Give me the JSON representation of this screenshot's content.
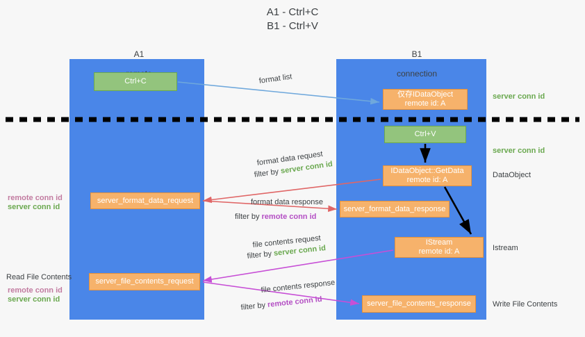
{
  "title": "A1 - Ctrl+C\nB1 - Ctrl+V",
  "colors": {
    "background": "#f7f7f7",
    "lane": "#4a86e8",
    "green_box": "#93c47d",
    "orange_box": "#f6b26b",
    "server_conn_text": "#6aa84f",
    "remote_conn_text": "#c27ba0",
    "arrow_blue": "#6fa8dc",
    "arrow_red": "#e06666",
    "arrow_magenta": "#c74fd6",
    "arrow_black": "#000000",
    "divider": "#000000"
  },
  "lanes": {
    "left": {
      "title": "A1",
      "subtitle": "remote"
    },
    "right": {
      "title": "B1",
      "subtitle": "connection"
    }
  },
  "boxes": {
    "ctrl_c": {
      "line1": "Ctrl+C",
      "line2": ""
    },
    "idataobject": {
      "line1": "仅存IDataObject",
      "line2": "remote id: A"
    },
    "ctrl_v": {
      "line1": "Ctrl+V",
      "line2": ""
    },
    "getdata": {
      "line1": "IDataObject::GetData",
      "line2": "remote id: A"
    },
    "format_data_request": {
      "line1": "server_format_data_request",
      "line2": ""
    },
    "format_data_response": {
      "line1": "server_format_data_response",
      "line2": ""
    },
    "istream": {
      "line1": "IStream",
      "line2": "remote id: A"
    },
    "file_contents_request": {
      "line1": "server_file_contents_request",
      "line2": ""
    },
    "file_contents_response": {
      "line1": "server_file_contents_response",
      "line2": ""
    }
  },
  "arrow_labels": {
    "format_list": "format list",
    "format_data_request": {
      "line1": "format data request",
      "filter_prefix": "filter by ",
      "filter_value": "server conn id"
    },
    "format_data_response": {
      "line1": "format data response",
      "filter_prefix": "filter by ",
      "filter_value": "remote conn id"
    },
    "file_contents_request": {
      "line1": "file contents request",
      "filter_prefix": "filter by ",
      "filter_value": "server conn id"
    },
    "file_contents_response": {
      "line1": "file contents response",
      "filter_prefix": "filter by ",
      "filter_value": "remote conn id"
    }
  },
  "right_labels": {
    "server_conn_top": "server conn id",
    "server_conn_mid": "server conn id",
    "dataobject": "DataObject",
    "istream": "Istream",
    "write_file_contents": "Write File Contents"
  },
  "left_labels": {
    "remote_conn_1": "remote conn id",
    "server_conn_1": "server conn id",
    "read_file_contents": "Read File Contents",
    "remote_conn_2": "remote conn id",
    "server_conn_2": "server conn id"
  }
}
